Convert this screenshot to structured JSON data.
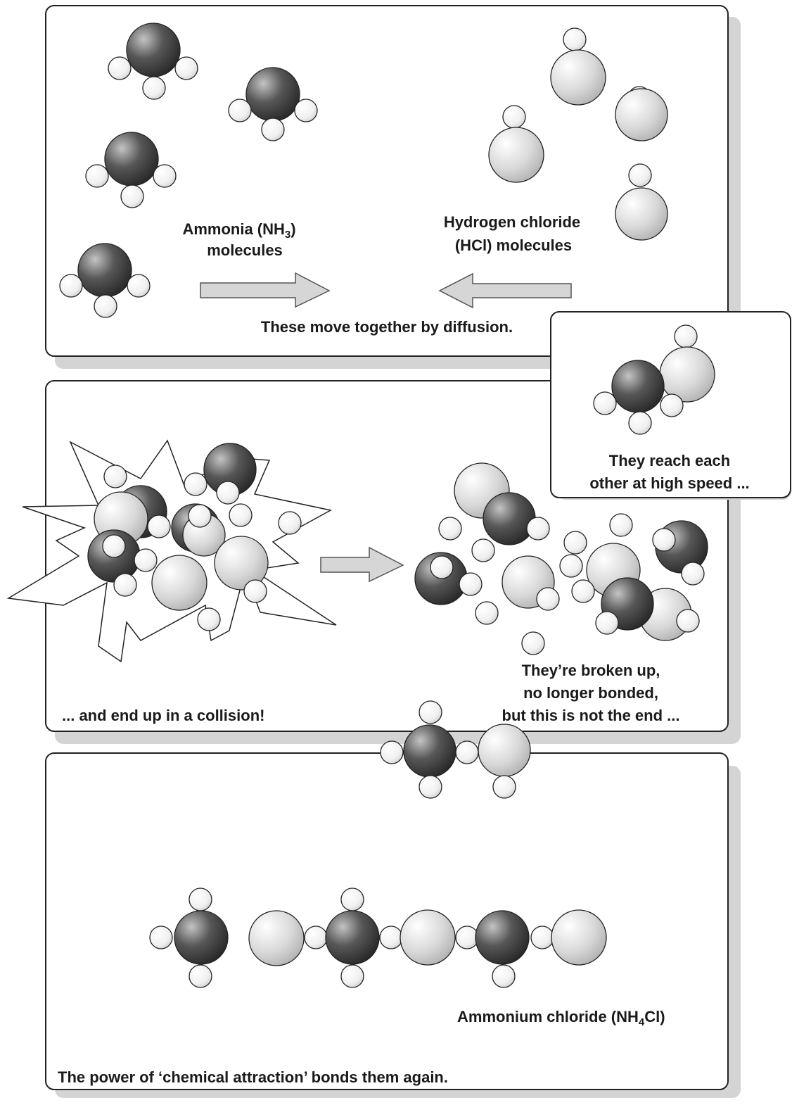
{
  "panel1": {
    "ammonia_label_line1": "Ammonia (NH",
    "ammonia_label_sub": "3",
    "ammonia_label_close": ")",
    "ammonia_label_line2": "molecules",
    "hcl_label_line1": "Hydrogen chloride",
    "hcl_label_line2": "(HCl) molecules",
    "caption": "These move together by diffusion."
  },
  "inset": {
    "caption_line1": "They reach each",
    "caption_line2": "other at high speed ..."
  },
  "panel2": {
    "left_caption": "... and end up in a collision!",
    "right_line1": "They’re broken up,",
    "right_line2": "no longer bonded,",
    "right_line3": "but this is not the end ..."
  },
  "panel3": {
    "product_label": "Ammonium chloride (NH",
    "product_sub": "4",
    "product_close": "Cl)",
    "caption": "The power of ‘chemical attraction’ bonds them again."
  },
  "colors": {
    "nitrogen": "#4a4a4a",
    "chlorine": "#d2d2d2",
    "hydrogen": "#f2f2f2",
    "panel_border": "#222222",
    "panel_shadow": "#d4d4d4",
    "arrow_fill": "#d6d6d6"
  }
}
